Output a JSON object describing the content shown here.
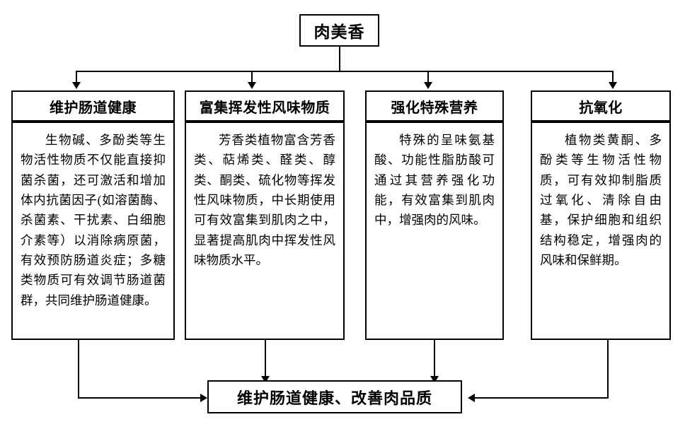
{
  "diagram": {
    "title": "肉美香",
    "columns": [
      {
        "header": "维护肠道健康",
        "body": "生物碱、多酚类等生物活性物质不仅能直接抑菌杀菌，还可激活和增加体内抗菌因子(如溶菌酶、杀菌素、干扰素、白细胞介素等）以消除病原菌，有效预防肠道炎症；多糖类物质可有效调节肠道菌群，共同维护肠道健康。"
      },
      {
        "header": "富集挥发性风味物质",
        "body": "芳香类植物富含芳香类、萜烯类、醛类、醇类、酮类、硫化物等挥发性风味物质，中长期使用可有效富集到肌肉之中，显著提高肌肉中挥发性风味物质水平。"
      },
      {
        "header": "强化特殊营养",
        "body": "特殊的呈味氨基酸、功能性脂肪酸可通过其营养强化功能，有效富集到肌肉中，增强肉的风味。"
      },
      {
        "header": "抗氧化",
        "body": "植物类黄酮、多酚类等生物活性物质，可有效抑制脂质过氧化、清除自由基，保护细胞和组织结构稳定，增强肉的风味和保鲜期。"
      }
    ],
    "outcome": "维护肠道健康、改善肉品质"
  }
}
